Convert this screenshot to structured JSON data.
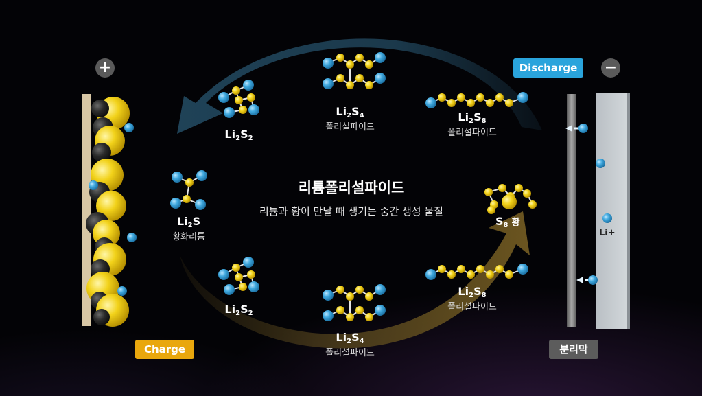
{
  "title": "리튬폴리설파이드",
  "subtitle": "리튬과 황이 만날 때 생기는 중간 생성 물질",
  "badges": {
    "charge": "Charge",
    "discharge": "Discharge",
    "separator": "분리막"
  },
  "electrodes": {
    "positive": "+",
    "negative": "−"
  },
  "ion_label": "Li+",
  "molecules": {
    "top_li2s4": {
      "base": "Li",
      "sub1": "2",
      "mid": "S",
      "sub2": "4",
      "name": "폴리설파이드"
    },
    "top_li2s8": {
      "base": "Li",
      "sub1": "2",
      "mid": "S",
      "sub2": "8",
      "name": "폴리설파이드"
    },
    "top_li2s2": {
      "base": "Li",
      "sub1": "2",
      "mid": "S",
      "sub2": "2"
    },
    "li2s": {
      "base": "Li",
      "sub1": "2",
      "mid": "S",
      "name": "황화리튬"
    },
    "s8": {
      "mid": "S",
      "sub2": "8",
      "name": "황"
    },
    "bot_li2s2": {
      "base": "Li",
      "sub1": "2",
      "mid": "S",
      "sub2": "2"
    },
    "bot_li2s4": {
      "base": "Li",
      "sub1": "2",
      "mid": "S",
      "sub2": "4",
      "name": "폴리설파이드"
    },
    "bot_li2s8": {
      "base": "Li",
      "sub1": "2",
      "mid": "S",
      "sub2": "8",
      "name": "폴리설파이드"
    }
  },
  "colors": {
    "sulfur": "#f2d21a",
    "lithium": "#3fa8de",
    "carbon": "#2a2a2a",
    "charge_badge": "#e9a70d",
    "discharge_badge": "#2aa4dc",
    "separator_badge": "#5c5c5c",
    "discharge_arrow": "#1f4257",
    "charge_arrow": "#5c4a1e"
  }
}
